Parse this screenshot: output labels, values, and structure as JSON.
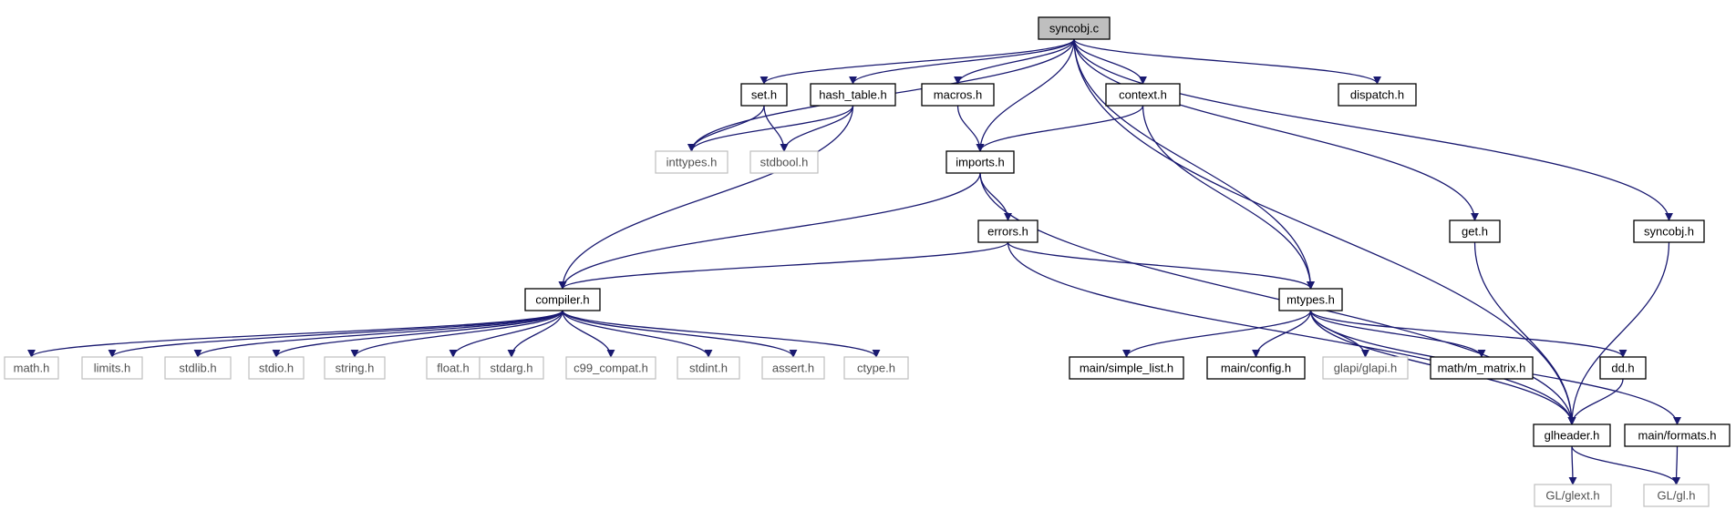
{
  "graph": {
    "nodes": [
      {
        "id": "syncobj_c",
        "label": "syncobj.c",
        "kind": "root"
      },
      {
        "id": "set_h",
        "label": "set.h",
        "kind": "doc"
      },
      {
        "id": "hash_table_h",
        "label": "hash_table.h",
        "kind": "doc"
      },
      {
        "id": "macros_h",
        "label": "macros.h",
        "kind": "doc"
      },
      {
        "id": "context_h",
        "label": "context.h",
        "kind": "doc"
      },
      {
        "id": "dispatch_h",
        "label": "dispatch.h",
        "kind": "doc"
      },
      {
        "id": "inttypes_h",
        "label": "inttypes.h",
        "kind": "ext"
      },
      {
        "id": "stdbool_h",
        "label": "stdbool.h",
        "kind": "ext"
      },
      {
        "id": "imports_h",
        "label": "imports.h",
        "kind": "doc"
      },
      {
        "id": "errors_h",
        "label": "errors.h",
        "kind": "doc"
      },
      {
        "id": "get_h",
        "label": "get.h",
        "kind": "doc"
      },
      {
        "id": "syncobj_h",
        "label": "syncobj.h",
        "kind": "doc"
      },
      {
        "id": "compiler_h",
        "label": "compiler.h",
        "kind": "doc"
      },
      {
        "id": "mtypes_h",
        "label": "mtypes.h",
        "kind": "doc"
      },
      {
        "id": "math_h",
        "label": "math.h",
        "kind": "ext"
      },
      {
        "id": "limits_h",
        "label": "limits.h",
        "kind": "ext"
      },
      {
        "id": "stdlib_h",
        "label": "stdlib.h",
        "kind": "ext"
      },
      {
        "id": "stdio_h",
        "label": "stdio.h",
        "kind": "ext"
      },
      {
        "id": "string_h",
        "label": "string.h",
        "kind": "ext"
      },
      {
        "id": "float_h",
        "label": "float.h",
        "kind": "ext"
      },
      {
        "id": "stdarg_h",
        "label": "stdarg.h",
        "kind": "ext"
      },
      {
        "id": "c99_compat_h",
        "label": "c99_compat.h",
        "kind": "ext"
      },
      {
        "id": "stdint_h",
        "label": "stdint.h",
        "kind": "ext"
      },
      {
        "id": "assert_h",
        "label": "assert.h",
        "kind": "ext"
      },
      {
        "id": "ctype_h",
        "label": "ctype.h",
        "kind": "ext"
      },
      {
        "id": "simple_list_h",
        "label": "main/simple_list.h",
        "kind": "doc"
      },
      {
        "id": "config_h",
        "label": "main/config.h",
        "kind": "doc"
      },
      {
        "id": "glapi_h",
        "label": "glapi/glapi.h",
        "kind": "ext"
      },
      {
        "id": "m_matrix_h",
        "label": "math/m_matrix.h",
        "kind": "doc"
      },
      {
        "id": "dd_h",
        "label": "dd.h",
        "kind": "doc"
      },
      {
        "id": "glheader_h",
        "label": "glheader.h",
        "kind": "doc"
      },
      {
        "id": "formats_h",
        "label": "main/formats.h",
        "kind": "doc"
      },
      {
        "id": "glext_h",
        "label": "GL/glext.h",
        "kind": "ext"
      },
      {
        "id": "gl_h",
        "label": "GL/gl.h",
        "kind": "ext"
      }
    ],
    "edges": [
      [
        "syncobj_c",
        "set_h"
      ],
      [
        "syncobj_c",
        "hash_table_h"
      ],
      [
        "syncobj_c",
        "macros_h"
      ],
      [
        "syncobj_c",
        "context_h"
      ],
      [
        "syncobj_c",
        "dispatch_h"
      ],
      [
        "syncobj_c",
        "inttypes_h"
      ],
      [
        "syncobj_c",
        "imports_h"
      ],
      [
        "syncobj_c",
        "mtypes_h"
      ],
      [
        "syncobj_c",
        "glheader_h"
      ],
      [
        "syncobj_c",
        "get_h"
      ],
      [
        "syncobj_c",
        "syncobj_h"
      ],
      [
        "set_h",
        "inttypes_h"
      ],
      [
        "set_h",
        "stdbool_h"
      ],
      [
        "hash_table_h",
        "inttypes_h"
      ],
      [
        "hash_table_h",
        "stdbool_h"
      ],
      [
        "hash_table_h",
        "compiler_h"
      ],
      [
        "macros_h",
        "imports_h"
      ],
      [
        "context_h",
        "imports_h"
      ],
      [
        "context_h",
        "mtypes_h"
      ],
      [
        "imports_h",
        "errors_h"
      ],
      [
        "imports_h",
        "compiler_h"
      ],
      [
        "imports_h",
        "glheader_h"
      ],
      [
        "errors_h",
        "compiler_h"
      ],
      [
        "errors_h",
        "mtypes_h"
      ],
      [
        "errors_h",
        "glheader_h"
      ],
      [
        "get_h",
        "glheader_h"
      ],
      [
        "syncobj_h",
        "glheader_h"
      ],
      [
        "compiler_h",
        "math_h"
      ],
      [
        "compiler_h",
        "limits_h"
      ],
      [
        "compiler_h",
        "stdlib_h"
      ],
      [
        "compiler_h",
        "stdio_h"
      ],
      [
        "compiler_h",
        "string_h"
      ],
      [
        "compiler_h",
        "float_h"
      ],
      [
        "compiler_h",
        "stdarg_h"
      ],
      [
        "compiler_h",
        "c99_compat_h"
      ],
      [
        "compiler_h",
        "stdint_h"
      ],
      [
        "compiler_h",
        "assert_h"
      ],
      [
        "compiler_h",
        "ctype_h"
      ],
      [
        "mtypes_h",
        "simple_list_h"
      ],
      [
        "mtypes_h",
        "config_h"
      ],
      [
        "mtypes_h",
        "glapi_h"
      ],
      [
        "mtypes_h",
        "m_matrix_h"
      ],
      [
        "mtypes_h",
        "dd_h"
      ],
      [
        "mtypes_h",
        "glheader_h"
      ],
      [
        "mtypes_h",
        "formats_h"
      ],
      [
        "dd_h",
        "glheader_h"
      ],
      [
        "glheader_h",
        "glext_h"
      ],
      [
        "glheader_h",
        "gl_h"
      ],
      [
        "formats_h",
        "gl_h"
      ]
    ]
  }
}
